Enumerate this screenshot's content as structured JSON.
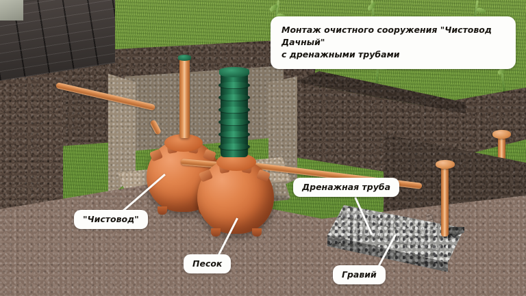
{
  "scene": {
    "title_card": {
      "line1": "Монтаж очистного сооружения \"Чистовод Дачный\"",
      "line2": "с дренажными трубами"
    },
    "labels": [
      {
        "id": "chistovod",
        "text": "\"Чистовод\""
      },
      {
        "id": "pesok",
        "text": "Песок"
      },
      {
        "id": "drenazh",
        "text": "Дренажная труба"
      },
      {
        "id": "graviy",
        "text": "Гравий"
      }
    ],
    "components": {
      "house": "brick-house-wall",
      "lawn": "grass-surface",
      "soil": "excavated-soil-cross-section",
      "sand_bed": "sand-backfill-layer",
      "gravel_bed": "gravel-drainage-field",
      "tank_left": "septic-tank-chistovod-1",
      "tank_right": "septic-tank-chistovod-2",
      "riser_left": "orange-inspection-riser",
      "riser_right": "green-corrugated-riser",
      "inlet_pipe": "inlet-sewer-pipe",
      "link_pipe": "inter-tank-pipe",
      "outlet_pipe": "outlet-pipe-to-drainage",
      "drain_pipes": "perforated-drainage-pipes",
      "vent_pipes": "ventilation-stack-pipes"
    },
    "colors": {
      "tank_orange": "#d4703f",
      "pipe_orange": "#d98a4e",
      "riser_green": "#1d6a49",
      "grass_green": "#6f9a3d",
      "soil_dark": "#54443a",
      "soil_light": "#8a7467",
      "sand_tan": "#a59580",
      "gravel_grey": "#9a9a97",
      "brick_dark": "#35302e",
      "label_bg": "#fdfdfb",
      "label_text": "#17140f"
    }
  }
}
